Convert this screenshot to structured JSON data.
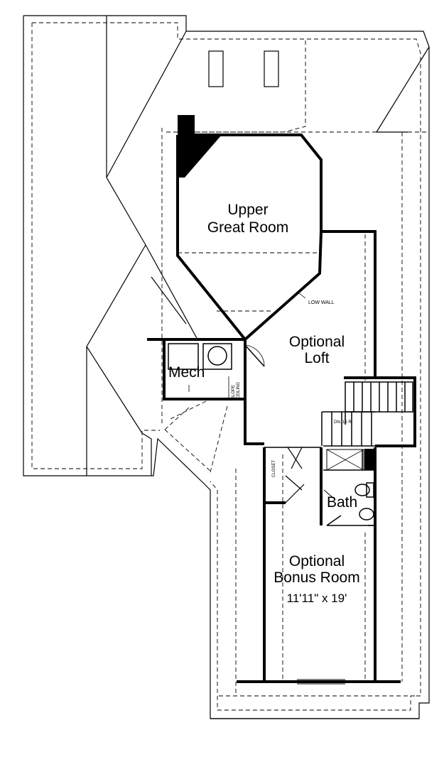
{
  "plan": {
    "rooms": {
      "upper_great_room": [
        "Upper",
        "Great Room"
      ],
      "optional_loft": [
        "Optional",
        "Loft"
      ],
      "mech": "Mech",
      "bath": "Bath",
      "optional_bonus_room": [
        "Optional",
        "Bonus Room"
      ],
      "bonus_room_dimensions": "11'11\" x 19'"
    },
    "notes": {
      "low_wall": "LOW WALL",
      "slope_ceiling": [
        "SLOPE",
        "CEILING"
      ],
      "closet": "CLOSET",
      "stair_down": "DN. 15 R."
    },
    "colors": {
      "line": "#000000",
      "background": "#ffffff"
    }
  }
}
